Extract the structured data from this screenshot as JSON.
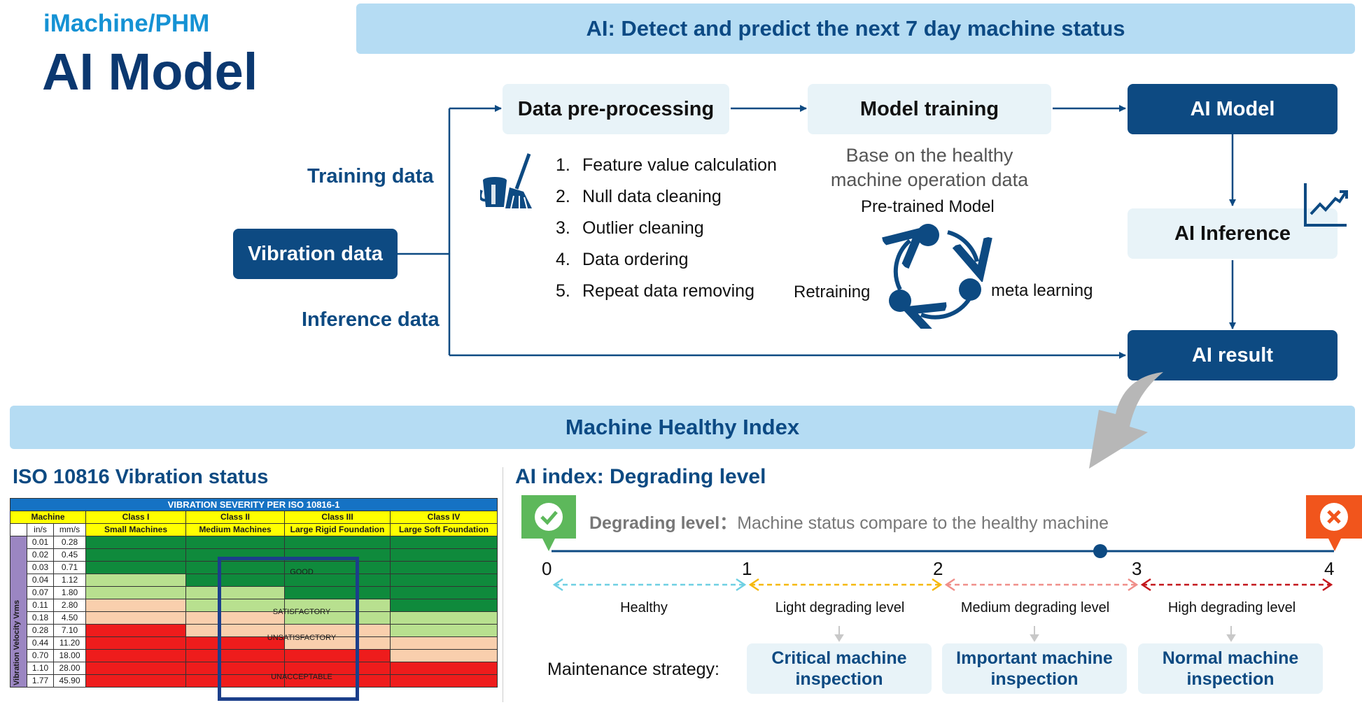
{
  "header": {
    "subtitle": "iMachine/PHM",
    "title": "AI Model",
    "banner": "AI: Detect and predict the next 7 day machine status"
  },
  "flow": {
    "vibration": "Vibration data",
    "training_data": "Training data",
    "inference_data": "Inference data",
    "preprocessing": "Data pre-processing",
    "steps": [
      {
        "num": "1.",
        "text": "Feature value calculation"
      },
      {
        "num": "2.",
        "text": "Null data cleaning"
      },
      {
        "num": "3.",
        "text": "Outlier cleaning"
      },
      {
        "num": "4.",
        "text": "Data ordering"
      },
      {
        "num": "5.",
        "text": "Repeat data removing"
      }
    ],
    "model_training": "Model training",
    "base_text": "Base on the healthy machine operation data",
    "pretrained": "Pre-trained Model",
    "retraining": "Retraining",
    "meta_learning": "meta learning",
    "ai_model": "AI Model",
    "ai_inference": "AI Inference",
    "ai_result": "AI result"
  },
  "healthy_index": {
    "banner": "Machine Healthy Index",
    "iso_title": "ISO 10816 Vibration status",
    "ai_title": "AI index: Degrading level"
  },
  "iso_table": {
    "title": "VIBRATION SEVERITY PER ISO 10816-1",
    "machine": "Machine",
    "unit_in": "in/s",
    "unit_mm": "mm/s",
    "axis_label": "Vibration Velocity Vrms",
    "classes": [
      {
        "name": "Class I",
        "desc": "Small Machines"
      },
      {
        "name": "Class II",
        "desc": "Medium Machines"
      },
      {
        "name": "Class III",
        "desc": "Large Rigid Foundation"
      },
      {
        "name": "Class IV",
        "desc": "Large Soft Foundation"
      }
    ],
    "rows": [
      {
        "in": "0.01",
        "mm": "0.28",
        "cells": [
          "g",
          "g",
          "g",
          "g"
        ]
      },
      {
        "in": "0.02",
        "mm": "0.45",
        "cells": [
          "g",
          "g",
          "g",
          "g"
        ]
      },
      {
        "in": "0.03",
        "mm": "0.71",
        "cells": [
          "g",
          "g",
          "g",
          "g"
        ]
      },
      {
        "in": "0.04",
        "mm": "1.12",
        "cells": [
          "lg",
          "g",
          "g",
          "g"
        ]
      },
      {
        "in": "0.07",
        "mm": "1.80",
        "cells": [
          "lg",
          "lg",
          "g",
          "g"
        ]
      },
      {
        "in": "0.11",
        "mm": "2.80",
        "cells": [
          "o",
          "lg",
          "lg",
          "g"
        ]
      },
      {
        "in": "0.18",
        "mm": "4.50",
        "cells": [
          "o",
          "o",
          "lg",
          "lg"
        ]
      },
      {
        "in": "0.28",
        "mm": "7.10",
        "cells": [
          "r",
          "o",
          "o",
          "lg"
        ]
      },
      {
        "in": "0.44",
        "mm": "11.20",
        "cells": [
          "r",
          "r",
          "o",
          "o"
        ]
      },
      {
        "in": "0.70",
        "mm": "18.00",
        "cells": [
          "r",
          "r",
          "r",
          "o"
        ]
      },
      {
        "in": "1.10",
        "mm": "28.00",
        "cells": [
          "r",
          "r",
          "r",
          "r"
        ]
      },
      {
        "in": "1.77",
        "mm": "45.90",
        "cells": [
          "r",
          "r",
          "r",
          "r"
        ]
      }
    ],
    "zones": {
      "good": "GOOD",
      "satisfactory": "SATISFACTORY",
      "unsatisfactory": "UNSATISFACTORY",
      "unacceptable": "UNACCEPTABLE"
    },
    "colors": {
      "g": "#0f8a3c",
      "lg": "#b8e08f",
      "o": "#f9cfad",
      "r": "#ee1c1c"
    }
  },
  "degrading": {
    "label_bold": "Degrading level",
    "label_colon": "：",
    "label_rest": "Machine status compare to the healthy machine",
    "ticks": [
      "0",
      "1",
      "2",
      "3",
      "4"
    ],
    "current_level": 2.8,
    "levels": [
      "Healthy",
      "Light degrading level",
      "Medium degrading level",
      "High degrading level"
    ],
    "level_colors": [
      "#6fd0e3",
      "#f6b90d",
      "#f08f8a",
      "#c4161c"
    ],
    "maintenance_label": "Maintenance strategy:",
    "strategies": [
      "Critical machine inspection",
      "Important machine inspection",
      "Normal machine inspection"
    ]
  },
  "colors": {
    "navy": "#0d4a82",
    "banner": "#b5dcf3",
    "light_box": "#e8f3f8",
    "healthy_icon": "#5db85b",
    "alert_icon": "#f1551c"
  }
}
